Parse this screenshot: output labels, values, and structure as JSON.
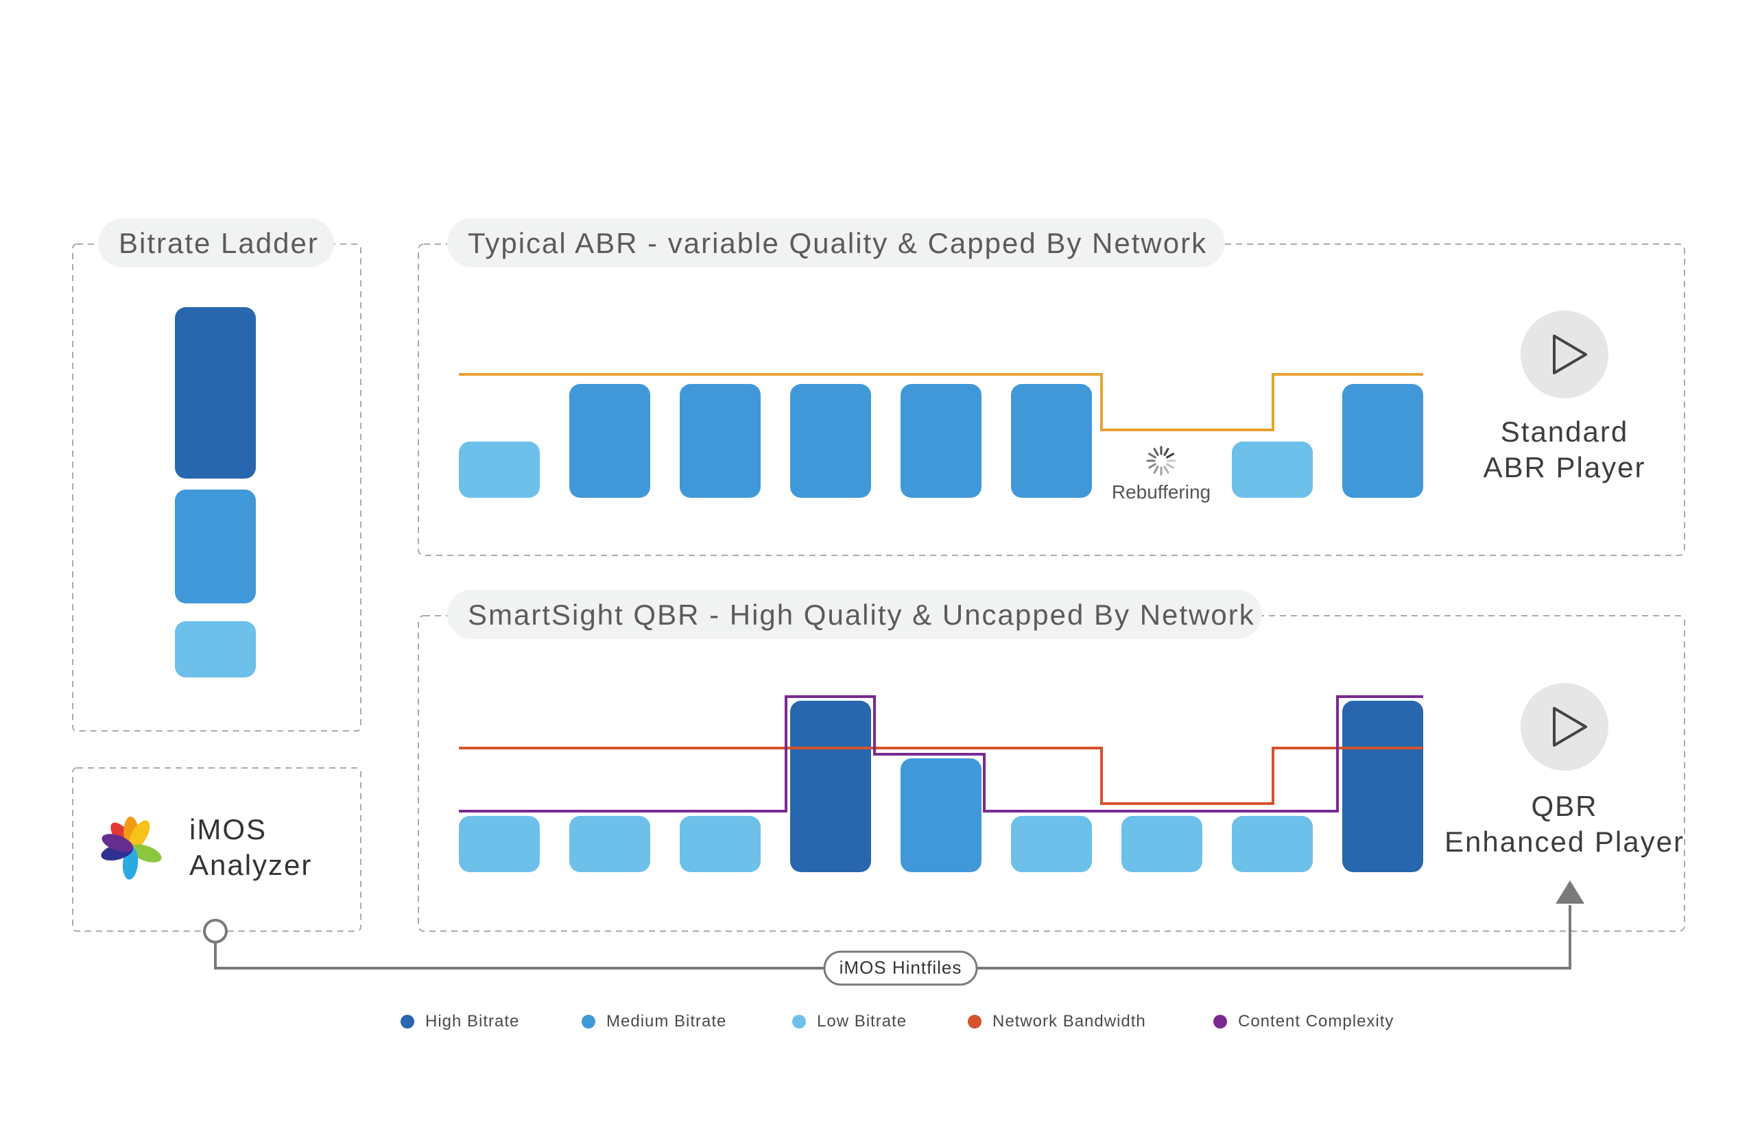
{
  "panels": {
    "ladder": {
      "title": "Bitrate Ladder"
    },
    "abr": {
      "title": "Typical ABR - variable Quality & Capped By Network",
      "rebuffer_label": "Rebuffering",
      "player_label": [
        "Standard",
        "ABR Player"
      ],
      "segments": [
        "low",
        "medium",
        "medium",
        "medium",
        "medium",
        "medium",
        "none",
        "low",
        "medium"
      ]
    },
    "qbr": {
      "title": "SmartSight QBR - High Quality & Uncapped By Network",
      "player_label": [
        "QBR",
        "Enhanced Player"
      ],
      "segments": [
        "low",
        "low",
        "low",
        "high",
        "medium",
        "low",
        "low",
        "low",
        "high"
      ]
    },
    "analyzer": {
      "label": [
        "iMOS",
        "Analyzer"
      ]
    }
  },
  "connector": {
    "label": "iMOS Hintfiles"
  },
  "legend": [
    {
      "label": "High Bitrate",
      "color": "#2866ad"
    },
    {
      "label": "Medium Bitrate",
      "color": "#4198d8"
    },
    {
      "label": "Low Bitrate",
      "color": "#6cc0ea"
    },
    {
      "label": "Network Bandwidth",
      "color": "#d4542d"
    },
    {
      "label": "Content Complexity",
      "color": "#7a2a8f"
    }
  ],
  "colors": {
    "high": "#2866ad",
    "medium": "#4198d8",
    "low": "#6cc0ea",
    "abr_bandwidth_line": "#e8a232",
    "network_bandwidth": "#d4542d",
    "content_complexity": "#7a2a8f",
    "dashed_border": "#aaaaaa",
    "label_pill": "#f1f2f2",
    "title_text": "#5b5b5b",
    "play_circle": "#e6e6e6",
    "connector": "#7a7a7a"
  },
  "icons": {
    "play": "play-icon",
    "spinner": "loading-spinner-icon",
    "logo": "imos-flower-logo",
    "arrow": "arrow-up-icon"
  }
}
